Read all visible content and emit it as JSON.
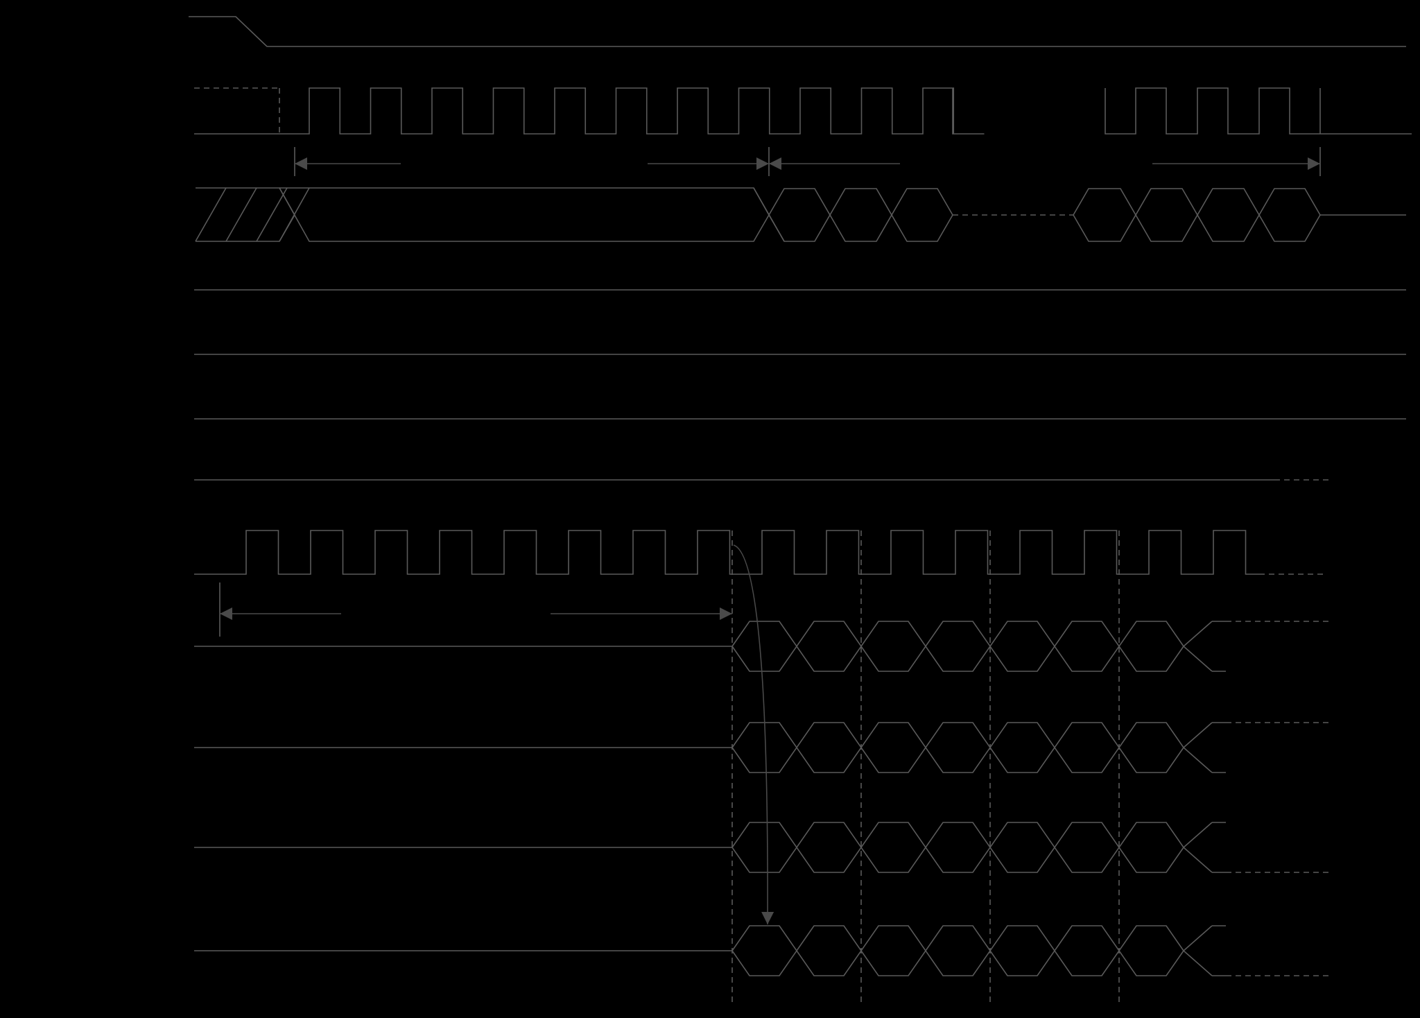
{
  "diagram": {
    "type": "timing-diagram",
    "background": "#000000",
    "line_color": "#5a5a5a",
    "arrow_color": "#4a4a4a",
    "labels": []
  },
  "signals": [
    {
      "id": "select",
      "kind": "level-falling-edge"
    },
    {
      "id": "clock-input",
      "kind": "clock",
      "visible_cycles": 15
    },
    {
      "id": "data-input",
      "kind": "bus",
      "visible_transitions": 12
    },
    {
      "id": "static-line-1",
      "kind": "level"
    },
    {
      "id": "static-line-2",
      "kind": "level"
    },
    {
      "id": "static-line-3",
      "kind": "level"
    },
    {
      "id": "static-line-4",
      "kind": "level"
    },
    {
      "id": "clock-output",
      "kind": "clock",
      "visible_cycles": 16
    },
    {
      "id": "data-output-0",
      "kind": "bus"
    },
    {
      "id": "data-output-1",
      "kind": "bus"
    },
    {
      "id": "data-output-2",
      "kind": "bus"
    },
    {
      "id": "data-output-3",
      "kind": "bus"
    }
  ],
  "intervals": [
    {
      "id": "command-phase",
      "signal": "clock-input",
      "ends": "both-inward"
    },
    {
      "id": "data-phase-start",
      "signal": "clock-input",
      "ends": "left-inward"
    },
    {
      "id": "data-phase-end",
      "signal": "clock-input",
      "ends": "right-inward"
    },
    {
      "id": "latency-phase",
      "signal": "clock-output",
      "ends": "both-inward"
    }
  ],
  "annotations": [
    {
      "id": "output-delay-arrow",
      "kind": "curved-arrow",
      "from": "clock-output",
      "to": "data-output-3"
    }
  ]
}
